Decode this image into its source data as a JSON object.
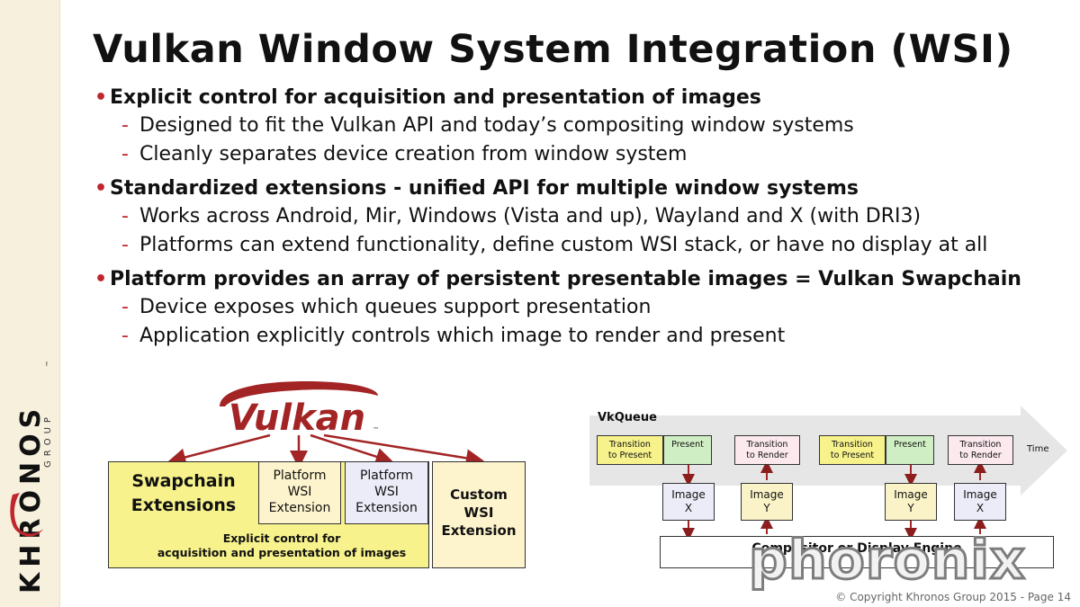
{
  "sidebar": {
    "brand": "KHRONOS",
    "sub": "GROUP",
    "tm": "™"
  },
  "title": "Vulkan Window System Integration (WSI)",
  "bullets": [
    {
      "text": "Explicit control for acquisition and presentation of images",
      "subs": [
        "Designed to fit the Vulkan API and today’s compositing window systems",
        "Cleanly separates device creation from window system"
      ]
    },
    {
      "text": "Standardized extensions - unified API for multiple window systems",
      "subs": [
        "Works across Android, Mir, Windows (Vista and up), Wayland and X (with DRI3)",
        "Platforms can extend functionality, define custom WSI stack, or have no display at all"
      ]
    },
    {
      "text": "Platform provides an array of persistent presentable images = Vulkan Swapchain",
      "subs": [
        "Device exposes which queues support presentation",
        "Application explicitly controls which image to render and present"
      ]
    }
  ],
  "left_diagram": {
    "logo": "Vulkan",
    "logo_tm": "™",
    "swapchain_line1": "Swapchain",
    "swapchain_line2": "Extensions",
    "platform1": [
      "Platform",
      "WSI",
      "Extension"
    ],
    "platform2": [
      "Platform",
      "WSI",
      "Extension"
    ],
    "custom": [
      "Custom",
      "WSI",
      "Extension"
    ],
    "explicit_line1": "Explicit control for",
    "explicit_line2": "acquisition and presentation of images",
    "colors": {
      "yellow": "#f7f28c",
      "cream": "#fdf3cc",
      "lavender": "#ececf8",
      "arrow": "#a32425"
    }
  },
  "right_diagram": {
    "queue_label": "VkQueue",
    "time_label": "Time",
    "cells": [
      {
        "label1": "Transition",
        "label2": "to Present",
        "color": "#f7f28c"
      },
      {
        "label1": "Present",
        "label2": "",
        "color": "#cfeec3"
      },
      {
        "label1": "Transition",
        "label2": "to Render",
        "color": "#fbe9ee"
      },
      {
        "label1": "Transition",
        "label2": "to Present",
        "color": "#f7f28c"
      },
      {
        "label1": "Present",
        "label2": "",
        "color": "#cfeec3"
      },
      {
        "label1": "Transition",
        "label2": "to Render",
        "color": "#fbe9ee"
      }
    ],
    "images": [
      {
        "line1": "Image",
        "line2": "X",
        "color": "#ececf8"
      },
      {
        "line1": "Image",
        "line2": "Y",
        "color": "#fbf3c8"
      },
      {
        "line1": "Image",
        "line2": "Y",
        "color": "#fbf3c8"
      },
      {
        "line1": "Image",
        "line2": "X",
        "color": "#ececf8"
      }
    ],
    "compositor": "Compositor or Display Engine"
  },
  "watermark": "phoronix",
  "copyright": "© Copyright Khronos Group 2015 - Page 14"
}
